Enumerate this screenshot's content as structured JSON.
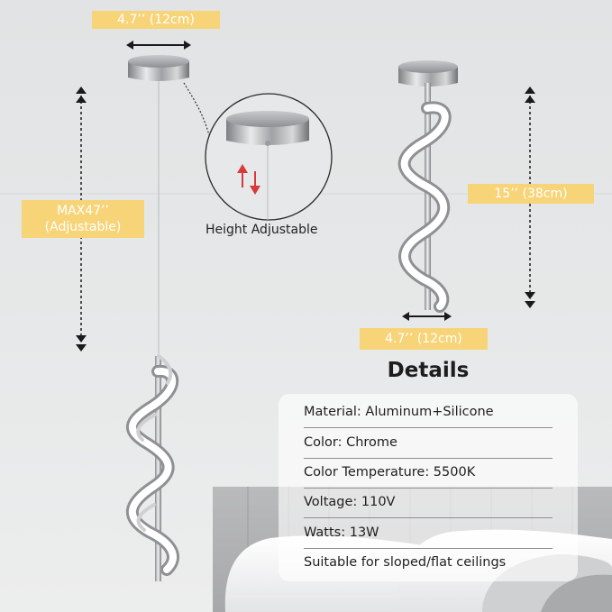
{
  "dimensions": {
    "canopy_width_top": "4.7’’ (12cm)",
    "max_height": "MAX47’’",
    "max_height_note": "(Adjustable)",
    "fixture_height": "15’’ (38cm)",
    "fixture_width": "4.7’’ (12cm)"
  },
  "inset": {
    "caption": "Height Adjustable"
  },
  "details": {
    "title": "Details",
    "specs": [
      "Material: Aluminum+Silicone",
      "Color: Chrome",
      "Color Temperature: 5500K",
      "Voltage: 110V",
      "Watts: 13W",
      "Suitable for sloped/flat ceilings"
    ]
  },
  "colors": {
    "tag": "#f8d479",
    "arrow_red": "#d63a3a",
    "text": "#1f1f1f"
  }
}
